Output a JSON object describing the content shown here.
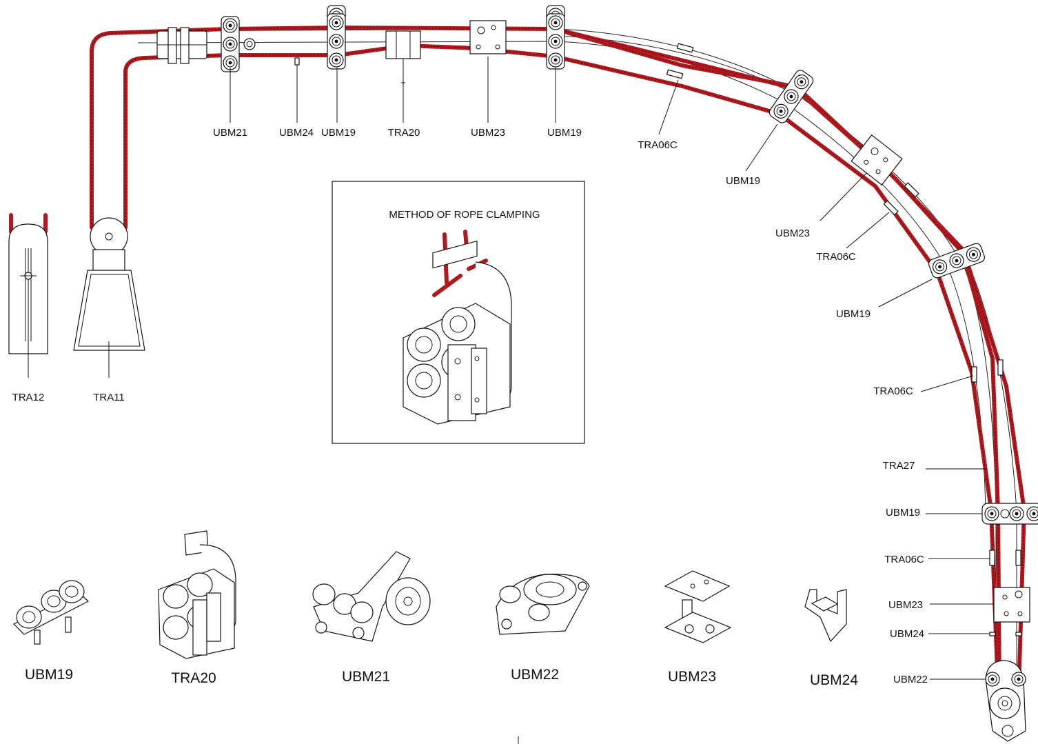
{
  "diagram": {
    "inset_title": "METHOD OF ROPE CLAMPING",
    "callouts": {
      "ubm21_top": "UBM21",
      "ubm24_top": "UBM24",
      "ubm19_top_a": "UBM19",
      "tra20_top": "TRA20",
      "ubm23_top": "UBM23",
      "ubm19_top_b": "UBM19",
      "tra06c_a": "TRA06C",
      "ubm19_curve_a": "UBM19",
      "ubm23_curve": "UBM23",
      "tra06c_b": "TRA06C",
      "ubm19_curve_b": "UBM19",
      "tra06c_c": "TRA06C",
      "tra27": "TRA27",
      "ubm19_right": "UBM19",
      "tra06c_right": "TRA06C",
      "ubm23_right": "UBM23",
      "ubm24_right": "UBM24",
      "ubm22_right": "UBM22",
      "tra12": "TRA12",
      "tra11": "TRA11"
    },
    "legend": [
      {
        "label": "UBM19"
      },
      {
        "label": "TRA20"
      },
      {
        "label": "UBM21"
      },
      {
        "label": "UBM22"
      },
      {
        "label": "UBM23"
      },
      {
        "label": "UBM24"
      }
    ],
    "colors": {
      "rope": "#b0191e",
      "line": "#111111"
    }
  }
}
